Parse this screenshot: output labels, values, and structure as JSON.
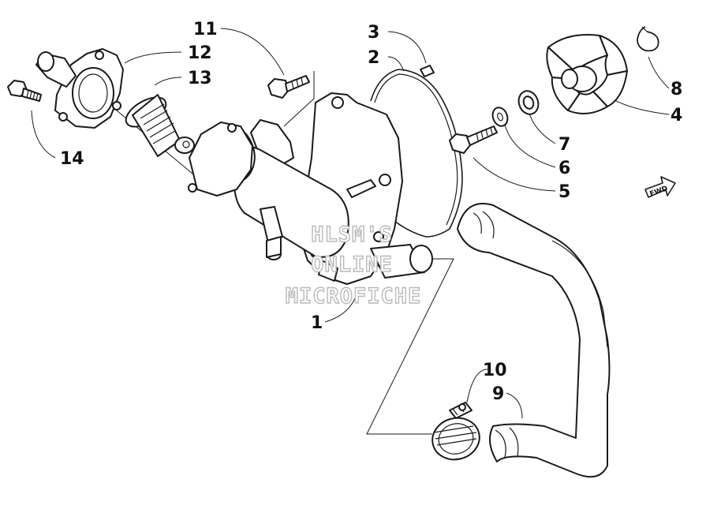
{
  "callouts": [
    {
      "id": "1",
      "label": "1",
      "part": "water-pump-housing"
    },
    {
      "id": "2",
      "label": "2",
      "part": "gasket"
    },
    {
      "id": "3",
      "label": "3",
      "part": "pin"
    },
    {
      "id": "4",
      "label": "4",
      "part": "impeller"
    },
    {
      "id": "5",
      "label": "5",
      "part": "bolt"
    },
    {
      "id": "6",
      "label": "6",
      "part": "washer"
    },
    {
      "id": "7",
      "label": "7",
      "part": "seal"
    },
    {
      "id": "8",
      "label": "8",
      "part": "snap-ring"
    },
    {
      "id": "9",
      "label": "9",
      "part": "coolant-hose"
    },
    {
      "id": "10",
      "label": "10",
      "part": "hose-clamp"
    },
    {
      "id": "11",
      "label": "11",
      "part": "cap-screw"
    },
    {
      "id": "12",
      "label": "12",
      "part": "thermostat-housing"
    },
    {
      "id": "13",
      "label": "13",
      "part": "thermostat"
    },
    {
      "id": "14",
      "label": "14",
      "part": "cap-screw"
    }
  ],
  "watermark": {
    "line1": "HLSM'S",
    "line2": "ONLINE",
    "line3": "MICROFICHE",
    "color": "#b9b9b9"
  },
  "direction_indicator": {
    "label": "FWD"
  },
  "colors": {
    "ink": "#1a1a1a",
    "background": "#ffffff"
  }
}
